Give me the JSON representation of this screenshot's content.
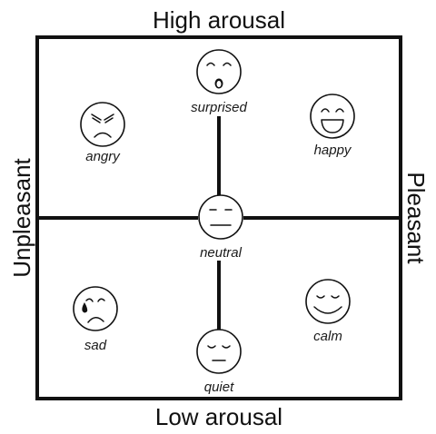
{
  "axes": {
    "top": "High arousal",
    "bottom": "Low arousal",
    "left": "Unpleasant",
    "right": "Pleasant"
  },
  "emotions": {
    "surprised": "surprised",
    "angry": "angry",
    "happy": "happy",
    "neutral": "neutral",
    "sad": "sad",
    "calm": "calm",
    "quiet": "quiet"
  }
}
